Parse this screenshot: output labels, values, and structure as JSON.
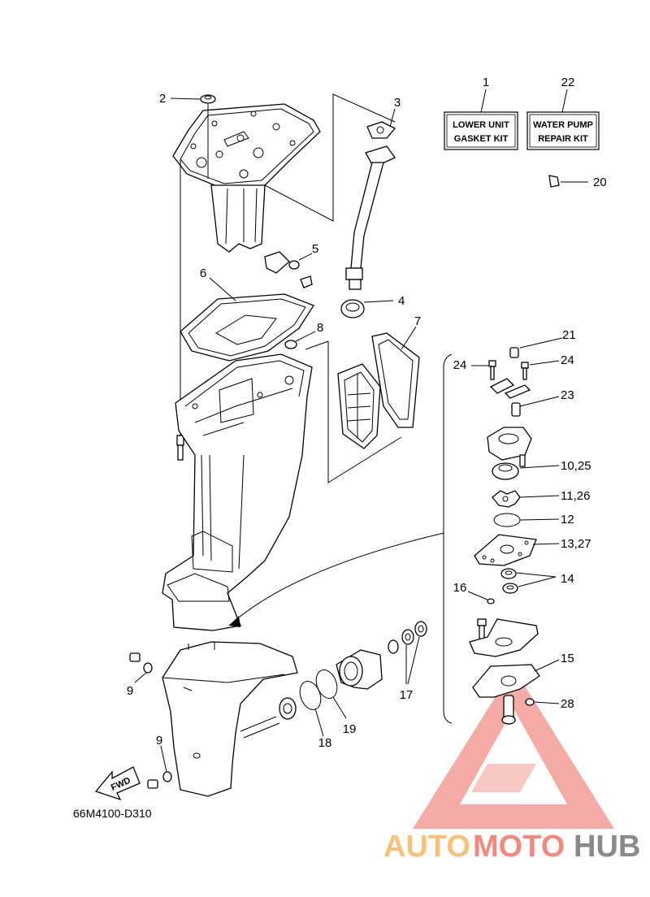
{
  "diagram": {
    "drawing_code": "66M4100-D310",
    "fwd_label": "FWD",
    "kits": [
      {
        "number": "1",
        "line1": "LOWER UNIT",
        "line2": "GASKET KIT"
      },
      {
        "number": "22",
        "line1": "WATER PUMP",
        "line2": "REPAIR KIT"
      }
    ],
    "callouts": {
      "c2": "2",
      "c3": "3",
      "c4": "4",
      "c5": "5",
      "c6": "6",
      "c7": "7",
      "c8": "8",
      "c9a": "9",
      "c9b": "9",
      "c17": "17",
      "c18": "18",
      "c19": "19",
      "c20": "20",
      "c21": "21",
      "c24a": "24",
      "c24b": "24",
      "c23": "23",
      "c10": "10,25",
      "c11": "11,26",
      "c12": "12",
      "c13": "13,27",
      "c16": "16",
      "c14": "14",
      "c15": "15",
      "c28": "28"
    }
  },
  "watermark": {
    "part1": "AUTO",
    "part2": "MOTO",
    "part3": "HUB",
    "colors": {
      "auto": "#f6c27a",
      "moto": "#f08a80",
      "hub": "#8a8a8a",
      "triangle": "#f07c72"
    }
  }
}
